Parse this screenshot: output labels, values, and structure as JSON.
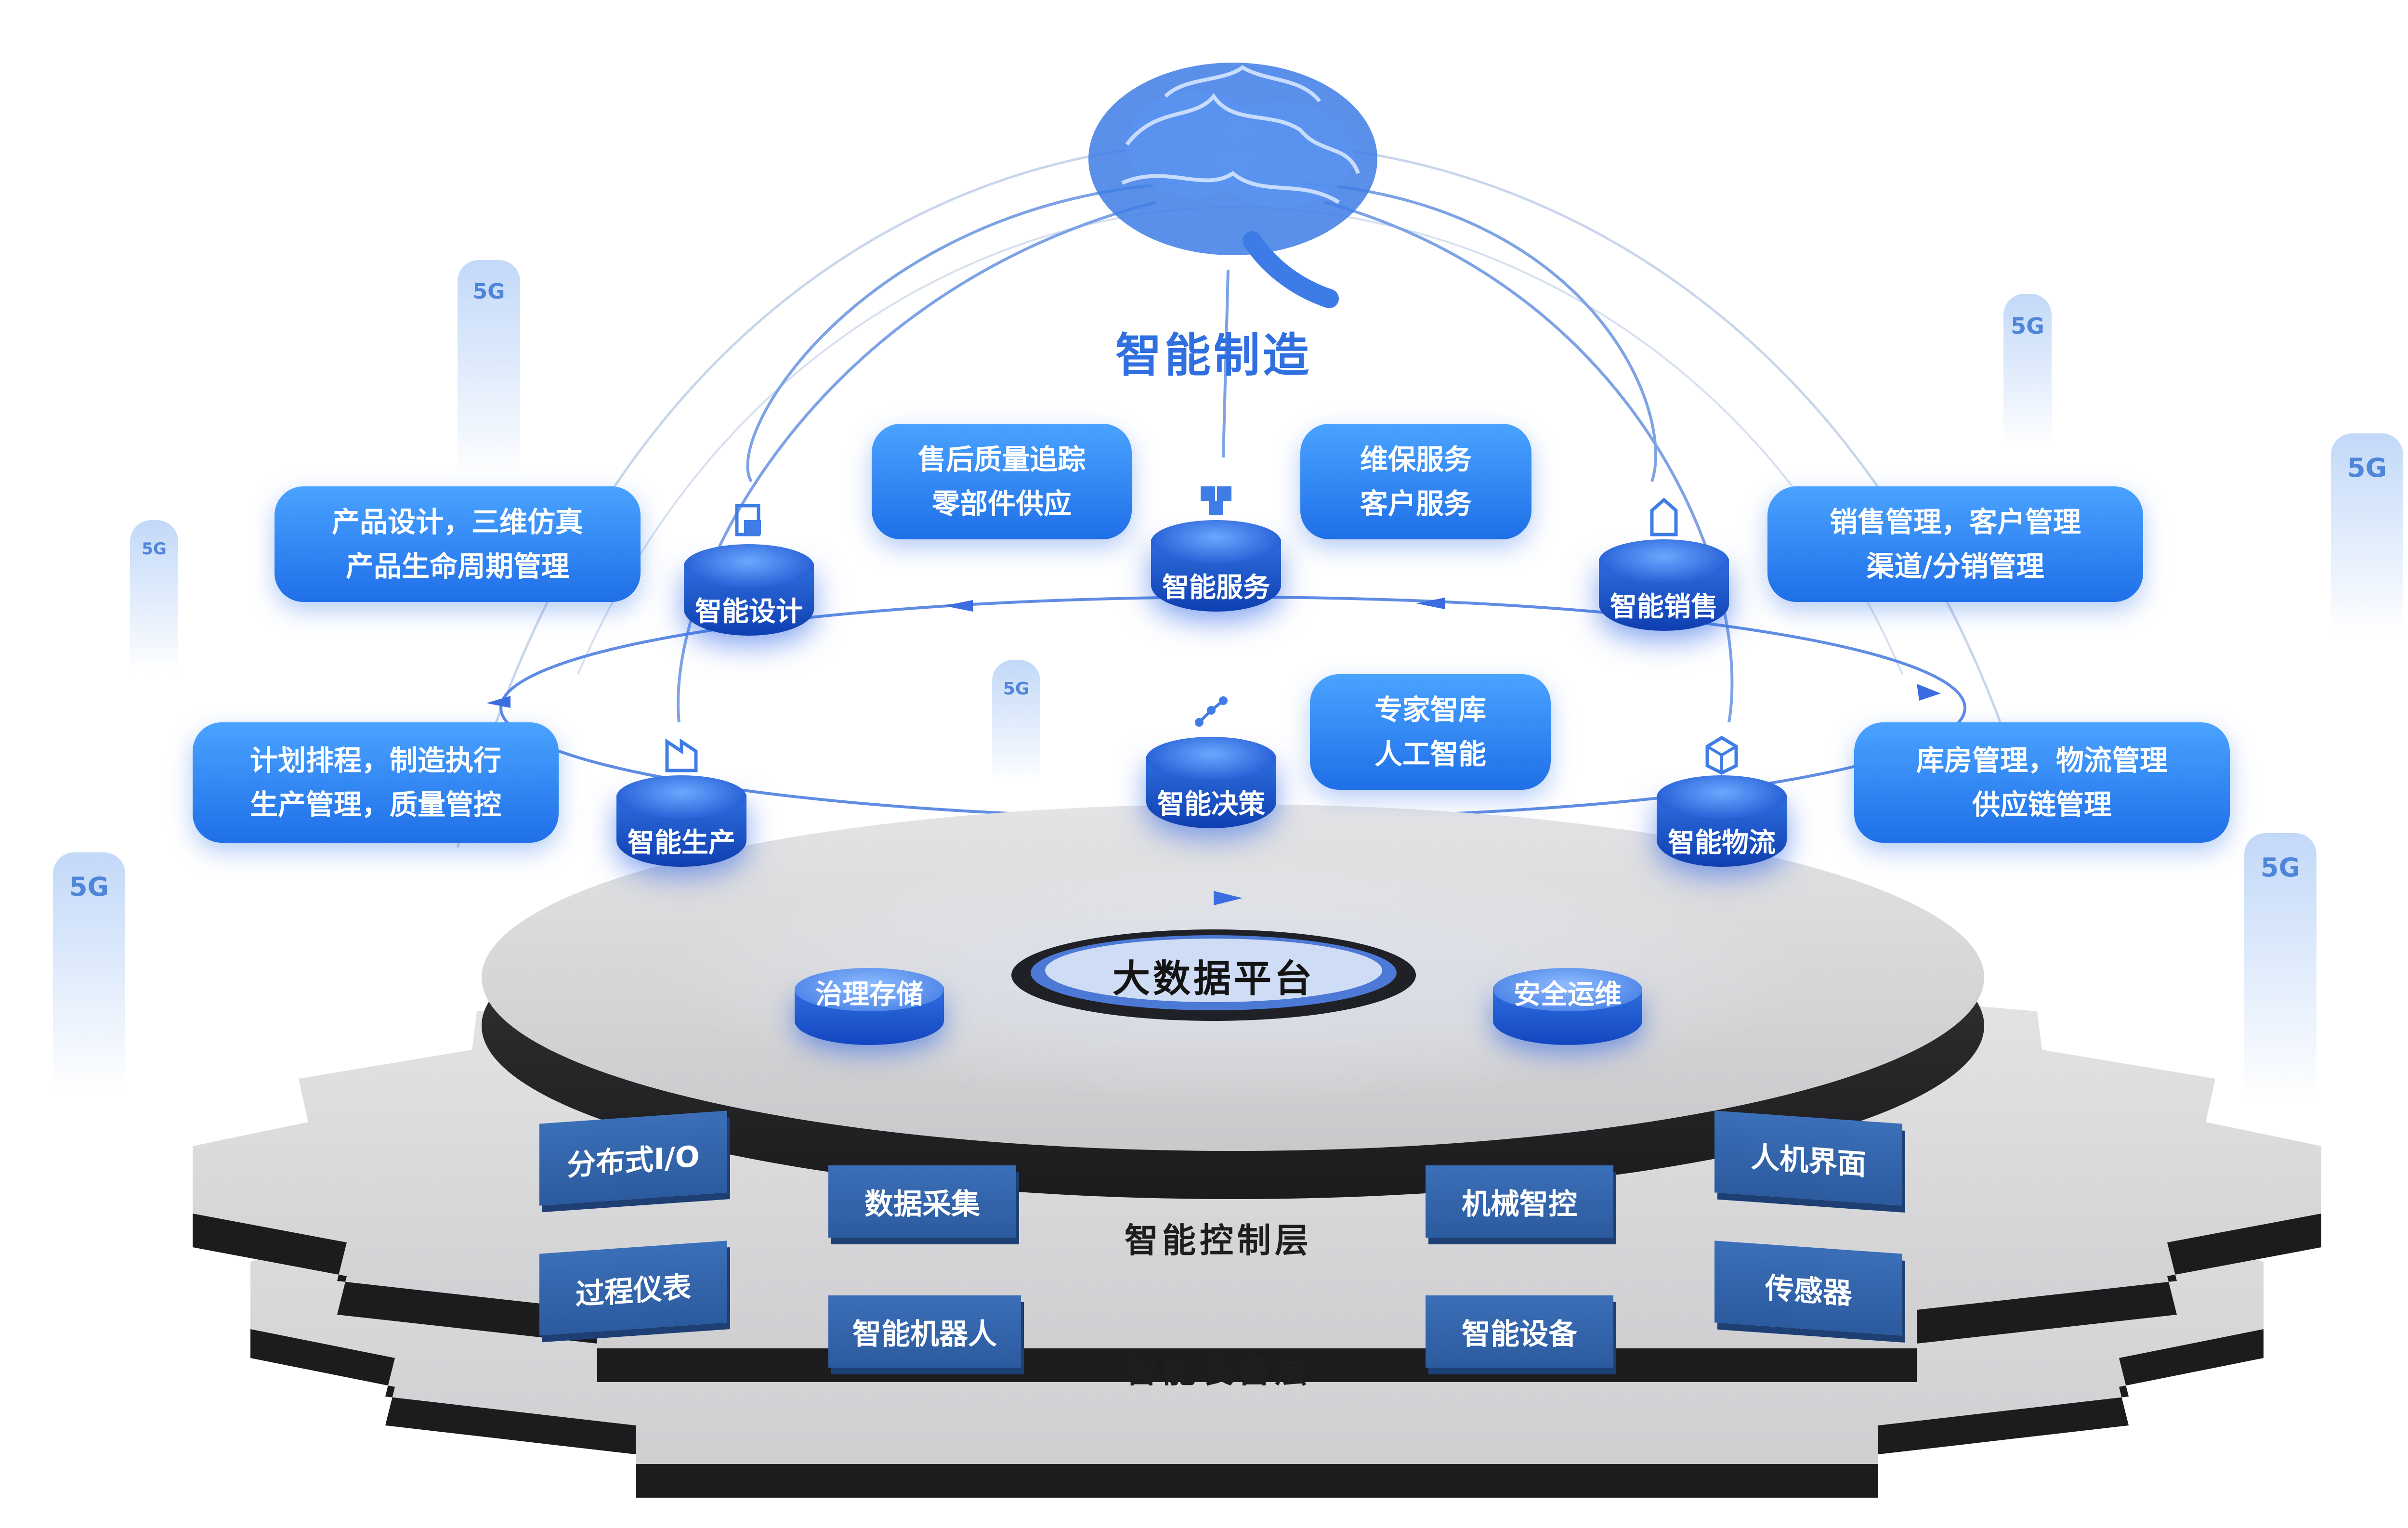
{
  "title": "智能制造",
  "badge": "5G",
  "platform": {
    "label": "大数据平台"
  },
  "modules": {
    "design": "智能设计",
    "service": "智能服务",
    "sales": "智能销售",
    "production": "智能生产",
    "decision": "智能决策",
    "logistics": "智能物流"
  },
  "callouts": {
    "design": [
      "产品设计，三维仿真",
      "产品生命周期管理"
    ],
    "service_left": [
      "售后质量追踪",
      "零部件供应"
    ],
    "service_right": [
      "维保服务",
      "客户服务"
    ],
    "sales": [
      "销售管理，客户管理",
      "渠道/分销管理"
    ],
    "production": [
      "计划排程，制造执行",
      "生产管理，质量管控"
    ],
    "decision": [
      "专家智库",
      "人工智能"
    ],
    "logistics": [
      "库房管理，物流管理",
      "供应链管理"
    ]
  },
  "sub_modules": {
    "storage": "治理存储",
    "security": "安全运维"
  },
  "control_layer": {
    "label": "智能控制层",
    "tiles": [
      "分布式I/O",
      "数据采集",
      "机械智控",
      "人机界面"
    ]
  },
  "equipment_layer": {
    "label": "智能装备层",
    "tiles": [
      "过程仪表",
      "智能机器人",
      "智能设备",
      "传感器"
    ]
  },
  "colors": {
    "accent": "#1f6fe8",
    "tile": "#2f5fa5",
    "gear": "#d9d9d9",
    "gear_dark": "#1a1a1a"
  }
}
